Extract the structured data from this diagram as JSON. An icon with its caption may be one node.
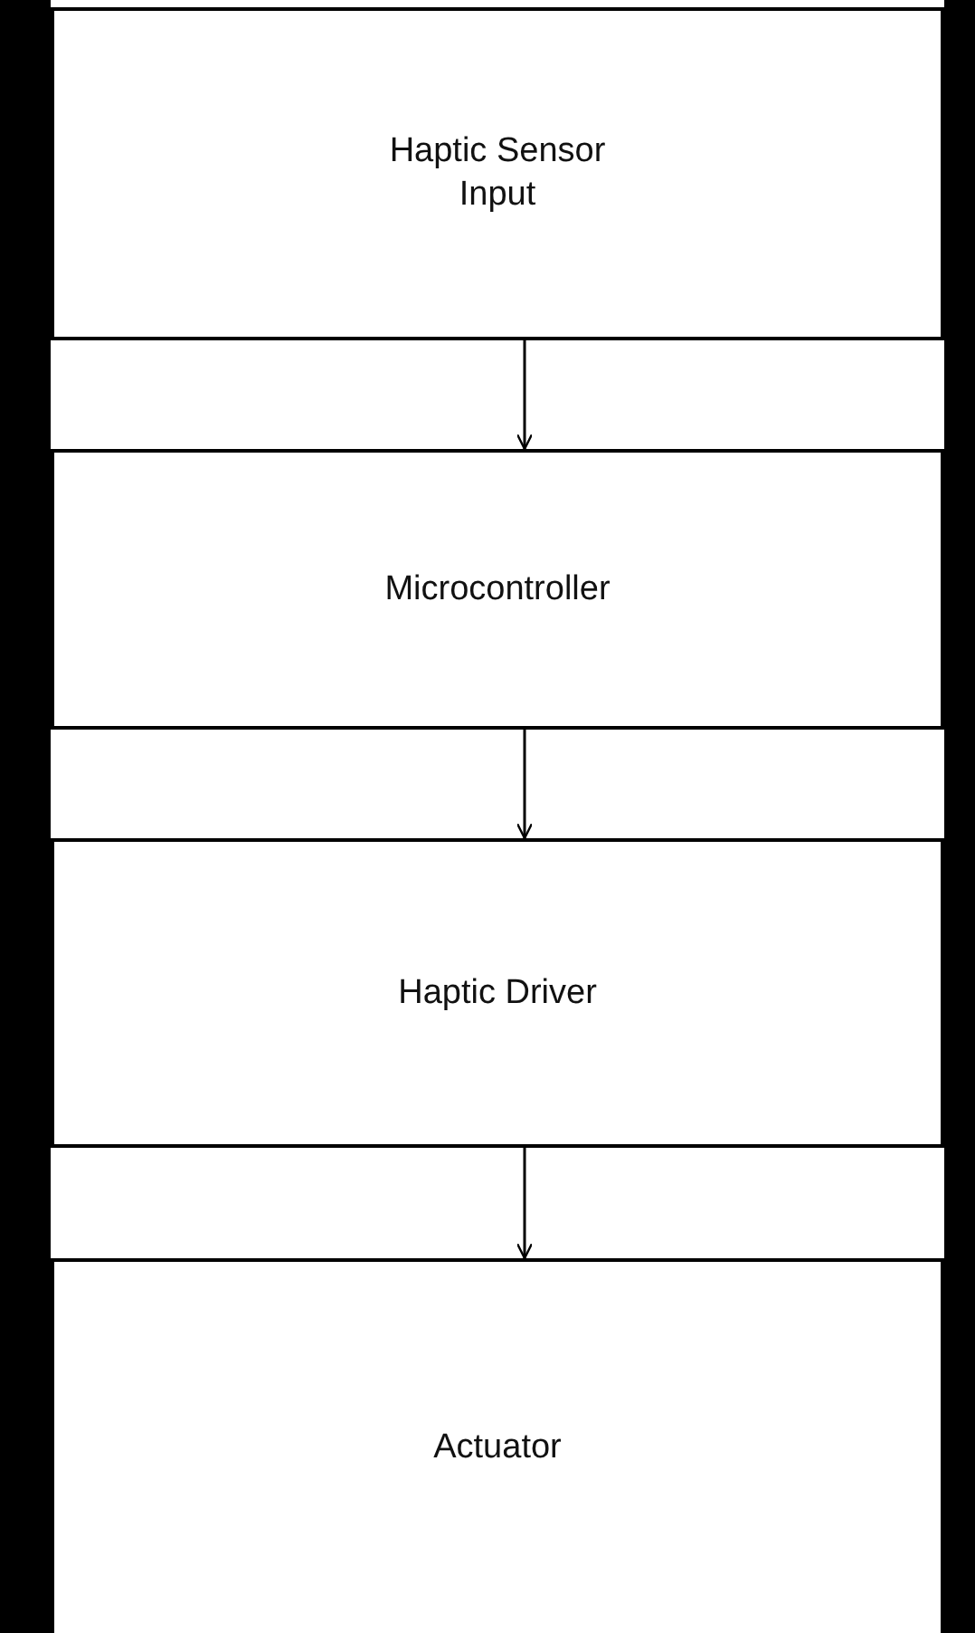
{
  "diagram": {
    "nodes": [
      {
        "text": [
          "Haptic Sensor Input"
        ]
      },
      {
        "text": [
          "Microcontroller"
        ]
      },
      {
        "text": [
          "Haptic Driver"
        ]
      },
      {
        "text": [
          "Actuator"
        ]
      }
    ],
    "edges": [
      {
        "from": 0,
        "to": 1,
        "arrow": "to"
      },
      {
        "from": 1,
        "to": 2,
        "arrow": "to"
      },
      {
        "from": 2,
        "to": 3,
        "arrow": "to"
      }
    ]
  }
}
